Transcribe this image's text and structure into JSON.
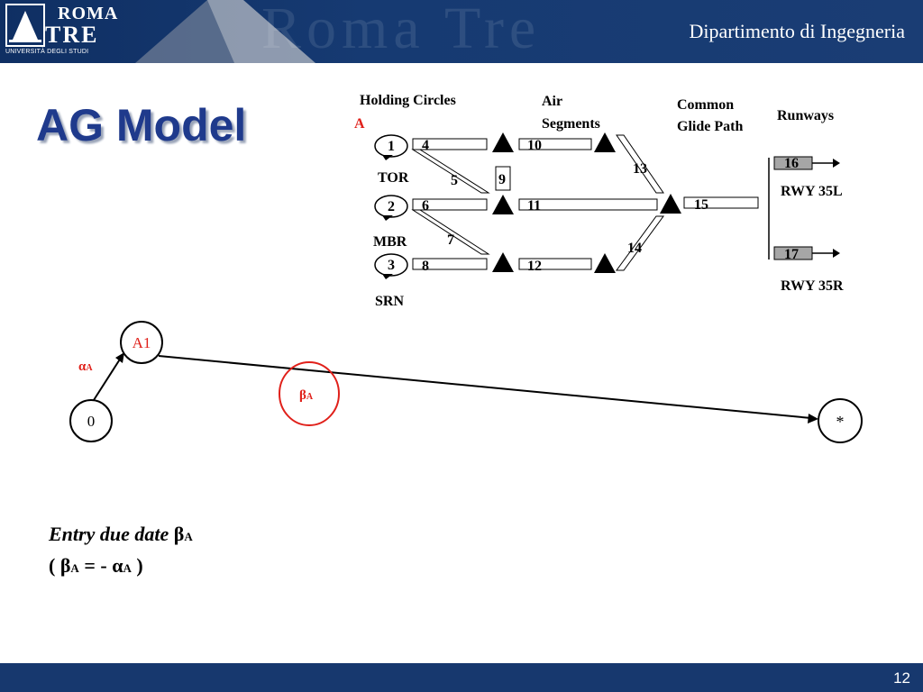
{
  "header": {
    "logo_line1": "ROMA",
    "logo_line2": "TRE",
    "logo_line3": "UNIVERSITÀ DEGLI STUDI",
    "watermark": "Roma Tre",
    "department": "Dipartimento di Ingegneria"
  },
  "slide": {
    "title": "AG Model",
    "page_number": "12"
  },
  "diagram": {
    "headings": {
      "holding_circles": "Holding Circles",
      "air_segments_1": "Air",
      "air_segments_2": "Segments",
      "glide_1": "Common",
      "glide_2": "Glide Path",
      "runways": "Runways"
    },
    "marker_a": "A",
    "circles": [
      "1",
      "2",
      "3"
    ],
    "entry_points": [
      "TOR",
      "MBR",
      "SRN"
    ],
    "segments": [
      "4",
      "5",
      "6",
      "7",
      "8",
      "9",
      "10",
      "11",
      "12",
      "13",
      "14",
      "15",
      "16",
      "17"
    ],
    "runways": [
      "RWY 35L",
      "RWY 35R"
    ]
  },
  "graph": {
    "nodes": {
      "a1": "A1",
      "origin": "0",
      "sink": "*"
    },
    "alpha": "α",
    "beta": "β",
    "sub": "A"
  },
  "bottom": {
    "line1_text": "Entry due date ",
    "beta": "β",
    "sub": "A",
    "line2_open": "( ",
    "line2_eq": " = - ",
    "alpha": "α",
    "line2_close": " )"
  },
  "colors": {
    "header_bg": "#163a72",
    "title": "#1f3a8c",
    "red": "#e0201a"
  }
}
